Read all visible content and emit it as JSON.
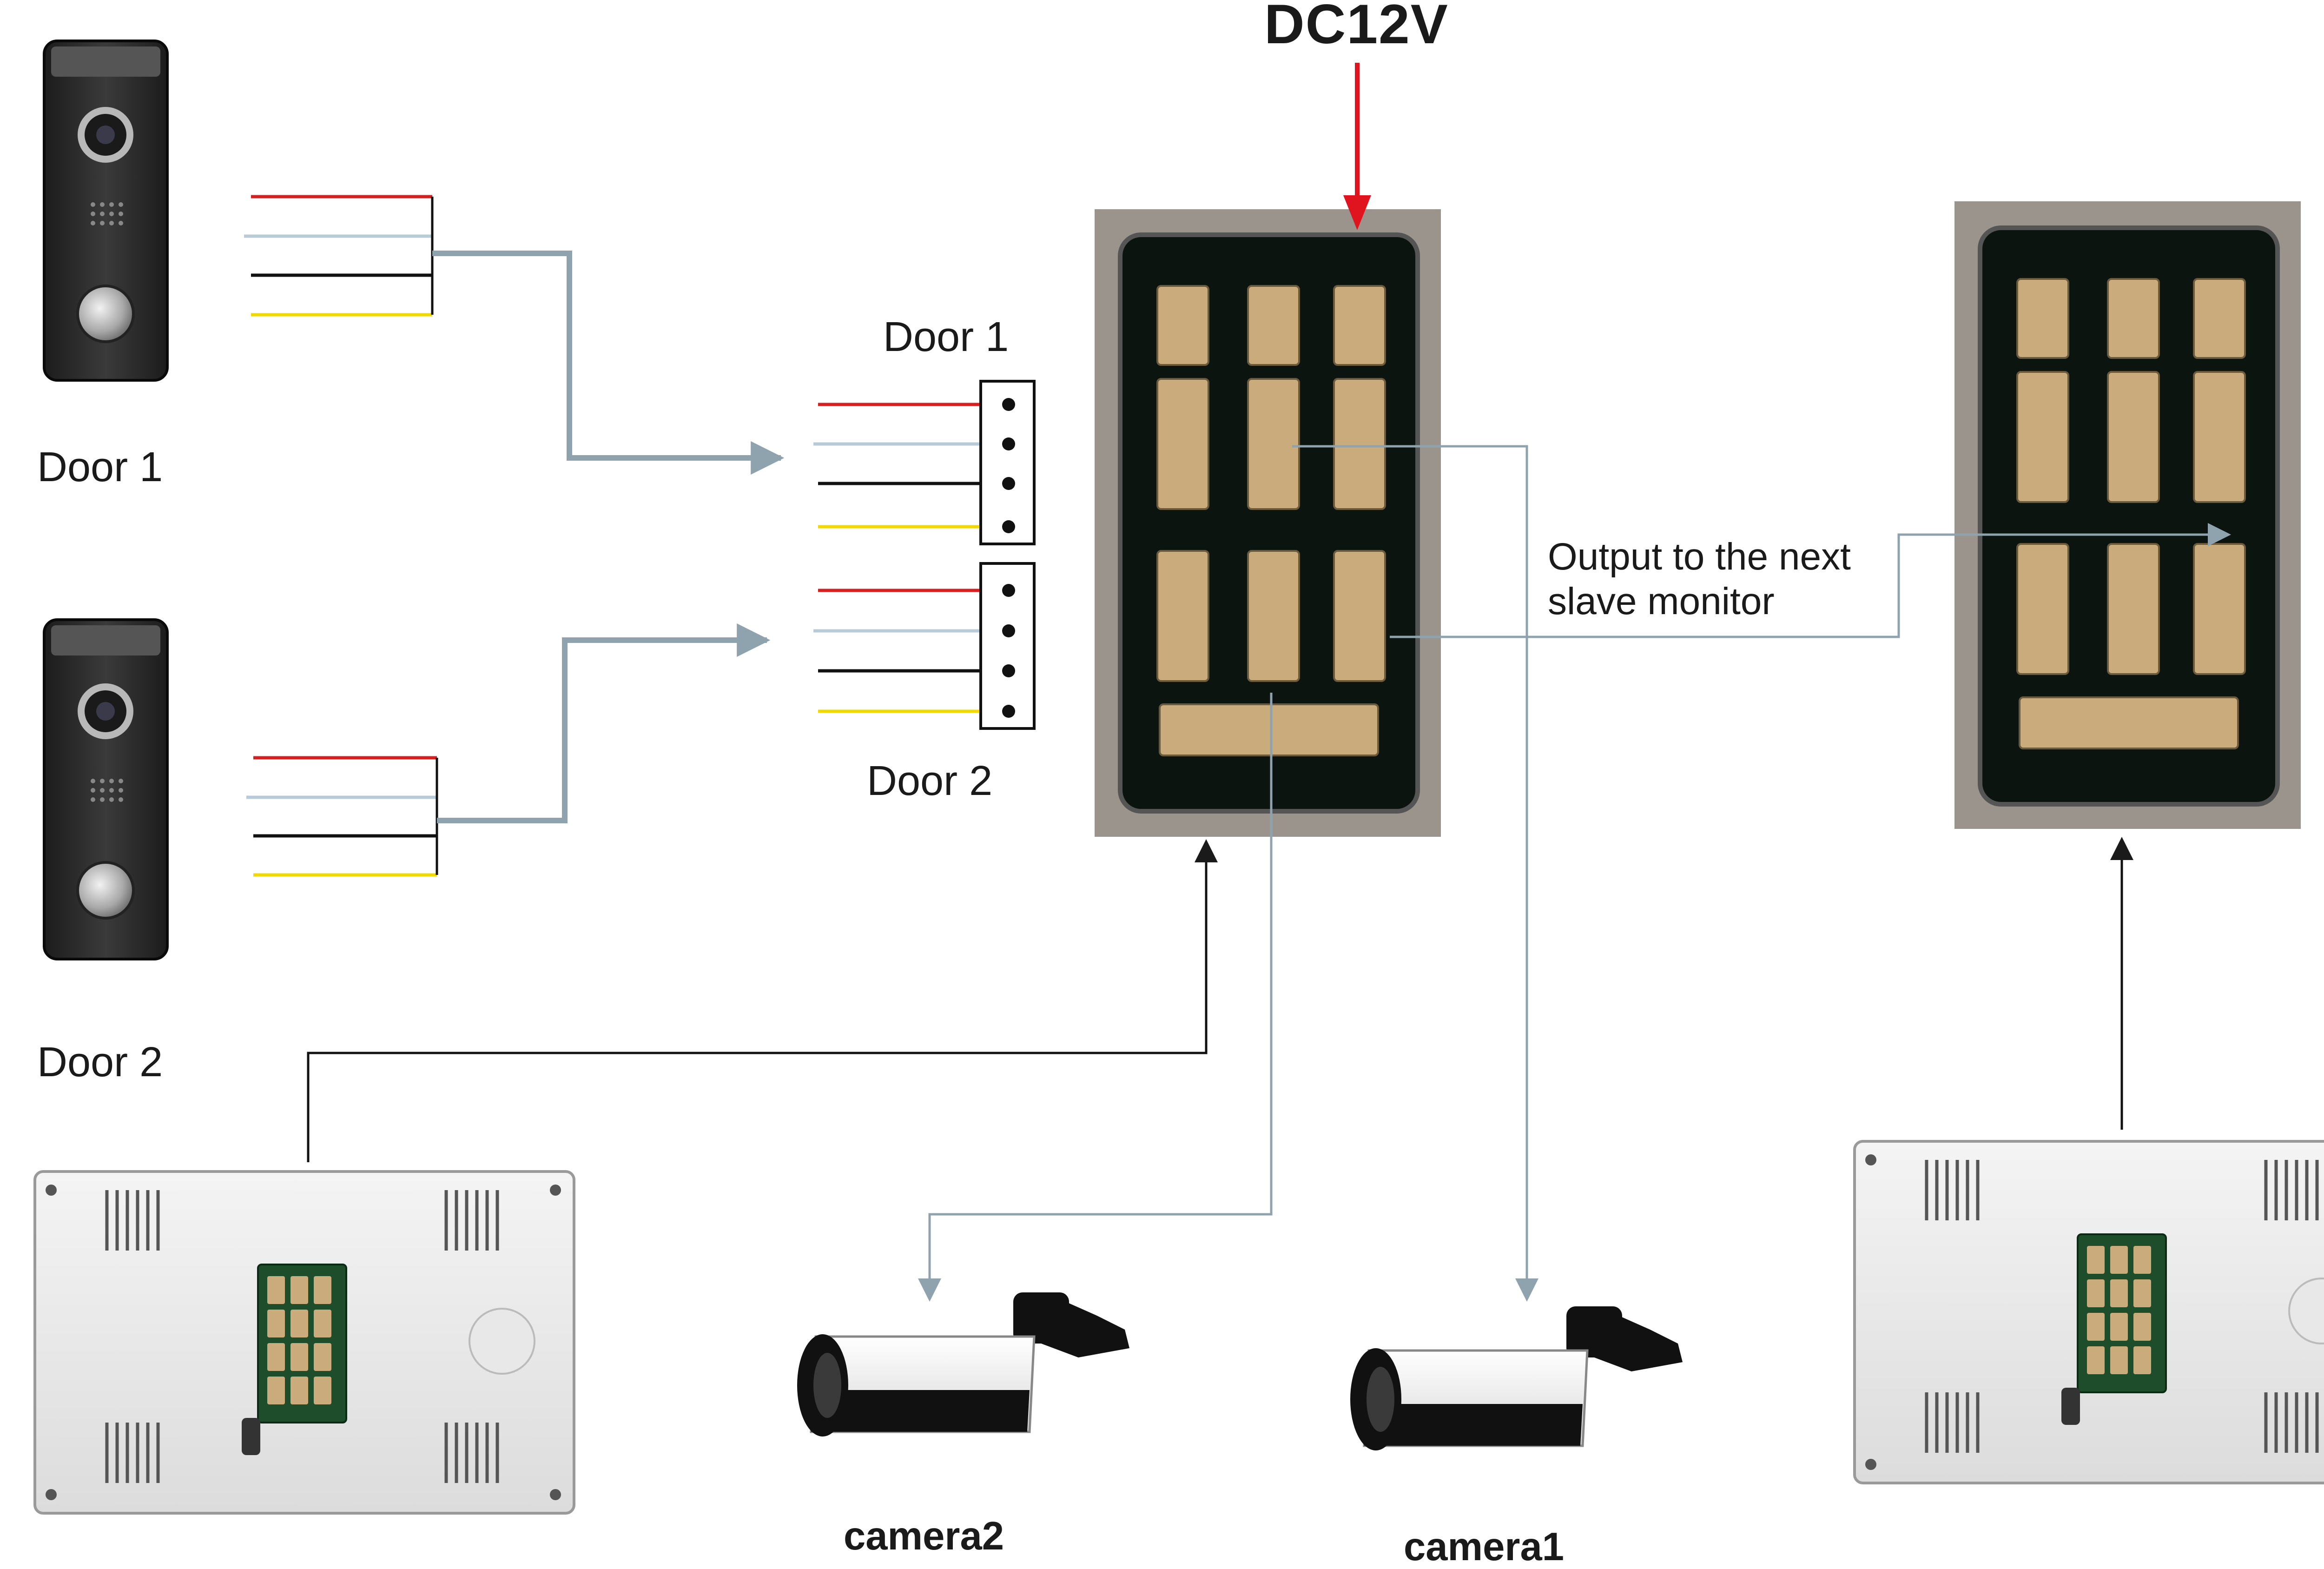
{
  "power_label": "DC12V",
  "outdoor_units": [
    {
      "label": "Door 1"
    },
    {
      "label": "Door 2"
    }
  ],
  "terminals": [
    {
      "label": "Door 1"
    },
    {
      "label": "Door 2"
    }
  ],
  "output_note": {
    "line1": "Output to the next",
    "line2": "slave monitor"
  },
  "cameras": [
    {
      "label": "camera2"
    },
    {
      "label": "camera1"
    }
  ],
  "colors": {
    "wire_red": "#d42020",
    "wire_lightblue": "#b8cbd8",
    "wire_black": "#111111",
    "wire_yellow": "#f0d800",
    "connector_arrow": "#8fa3ae",
    "power_arrow": "#e0141e",
    "thin_line": "#8fa3ae",
    "pcb_dark": "#0c1410",
    "connector_tan": "#c9ab7c"
  }
}
